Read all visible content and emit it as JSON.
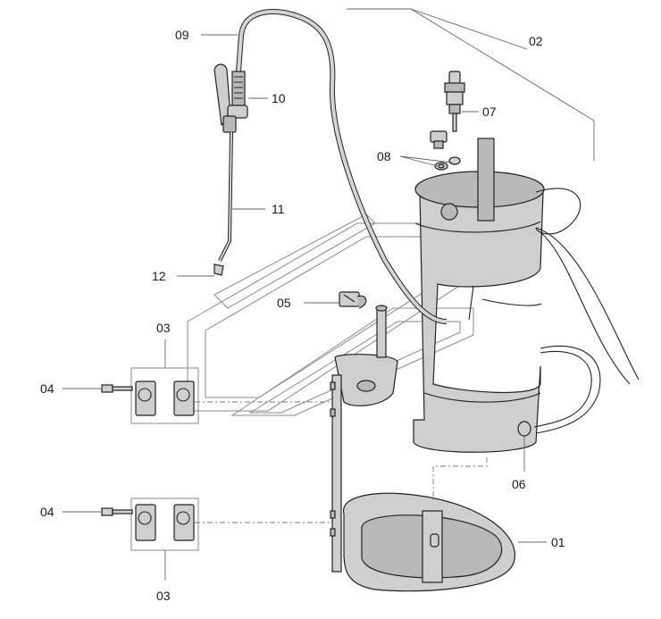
{
  "diagram": {
    "labels": {
      "p01": "01",
      "p02": "02",
      "p03a": "03",
      "p03b": "03",
      "p04a": "04",
      "p04b": "04",
      "p05": "05",
      "p06": "06",
      "p07": "07",
      "p08": "08",
      "p09": "09",
      "p10": "10",
      "p11": "11",
      "p12": "12"
    }
  },
  "colors": {
    "part_fill": "#cfcfcf",
    "part_dark": "#b9b9b9",
    "outline": "#222222",
    "leader": "#666666"
  }
}
